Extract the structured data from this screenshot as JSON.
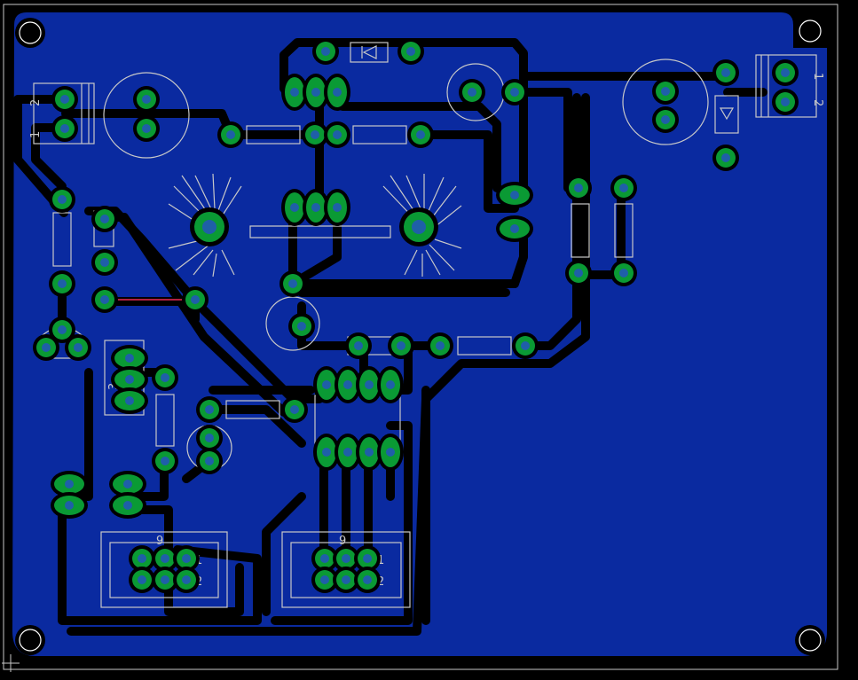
{
  "board": {
    "background_color": "#000000",
    "copper_fill_color": "#0a2aa0",
    "trace_color": "#000000",
    "pad_color": "#0a9a34",
    "silkscreen_color": "#c8c8c8",
    "airwire_color": "#b02040"
  },
  "labels": {
    "conn_left_pin1": "1",
    "conn_left_pin2": "2",
    "conn_right_pin1": "1",
    "conn_right_pin2": "2",
    "reg_pin3": "3",
    "hdr_left_pin9": "9",
    "hdr_left_pin1": "1",
    "hdr_left_pin2": "2",
    "hdr_right_pin9": "9",
    "hdr_right_pin1": "1",
    "hdr_right_pin2": "2"
  },
  "icons": {
    "mounting_hole": "mounting-hole-icon",
    "diode": "diode-icon",
    "heatsink": "heatsink-icon",
    "origin": "origin-cross-icon"
  }
}
